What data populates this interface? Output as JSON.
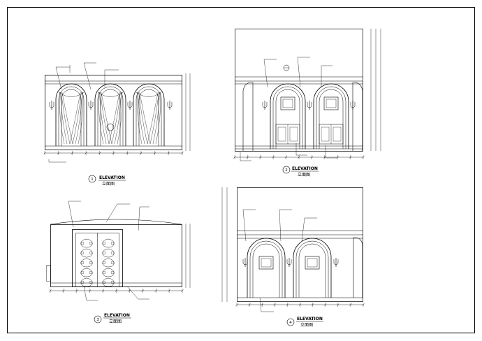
{
  "sheet": {
    "title_elevation": "ELEVATION",
    "title_cn_1": "立面图",
    "title_cn_4": "立面图",
    "colors": {
      "line": "#000000",
      "background": "#ffffff"
    }
  },
  "elevations": [
    {
      "number": "1",
      "title": "ELEVATION",
      "subtitle": "立面图"
    },
    {
      "number": "2",
      "title": "ELEVATION",
      "subtitle": "立面图"
    },
    {
      "number": "3",
      "title": "ELEVATION",
      "subtitle": "立面图"
    },
    {
      "number": "4",
      "title": "ELEVATION",
      "subtitle": "立面图"
    }
  ]
}
